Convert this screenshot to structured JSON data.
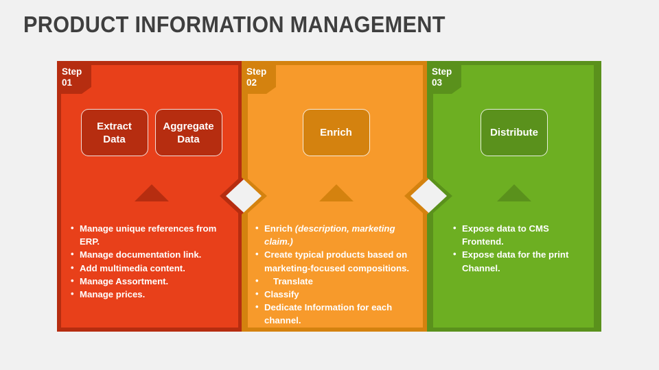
{
  "title": "PRODUCT INFORMATION MANAGEMENT",
  "colors": {
    "background": "#f1f1f1",
    "title_text": "#3f3f3f",
    "step1_fill": "#e8401a",
    "step1_dark": "#b62d10",
    "step2_fill": "#f79a2b",
    "step2_dark": "#d4820f",
    "step3_fill": "#6daf22",
    "step3_dark": "#5a911c"
  },
  "steps": [
    {
      "step_word": "Step",
      "step_number": "01",
      "boxes": [
        {
          "line1": "Extract",
          "line2": "Data"
        },
        {
          "line1": "Aggregate",
          "line2": "Data"
        }
      ],
      "bullets": [
        {
          "text": "Manage unique references from ERP."
        },
        {
          "text": "Manage documentation link."
        },
        {
          "text": "Add multimedia content."
        },
        {
          "text": "Manage Assortment."
        },
        {
          "text": "Manage prices."
        }
      ]
    },
    {
      "step_word": "Step",
      "step_number": "02",
      "boxes": [
        {
          "line1": "Enrich",
          "line2": ""
        }
      ],
      "bullets": [
        {
          "text": "Enrich ",
          "italic": "(description, marketing claim.)"
        },
        {
          "text": "Create typical products based on marketing-focused compositions."
        },
        {
          "text": "Translate",
          "indent": true
        },
        {
          "text": "Classify"
        },
        {
          "text": "Dedicate Information for each channel."
        }
      ]
    },
    {
      "step_word": "Step",
      "step_number": "03",
      "boxes": [
        {
          "line1": "Distribute",
          "line2": ""
        }
      ],
      "bullets": [
        {
          "text": "Expose data to CMS Frontend."
        },
        {
          "text": "Expose data for the print Channel."
        }
      ]
    }
  ]
}
